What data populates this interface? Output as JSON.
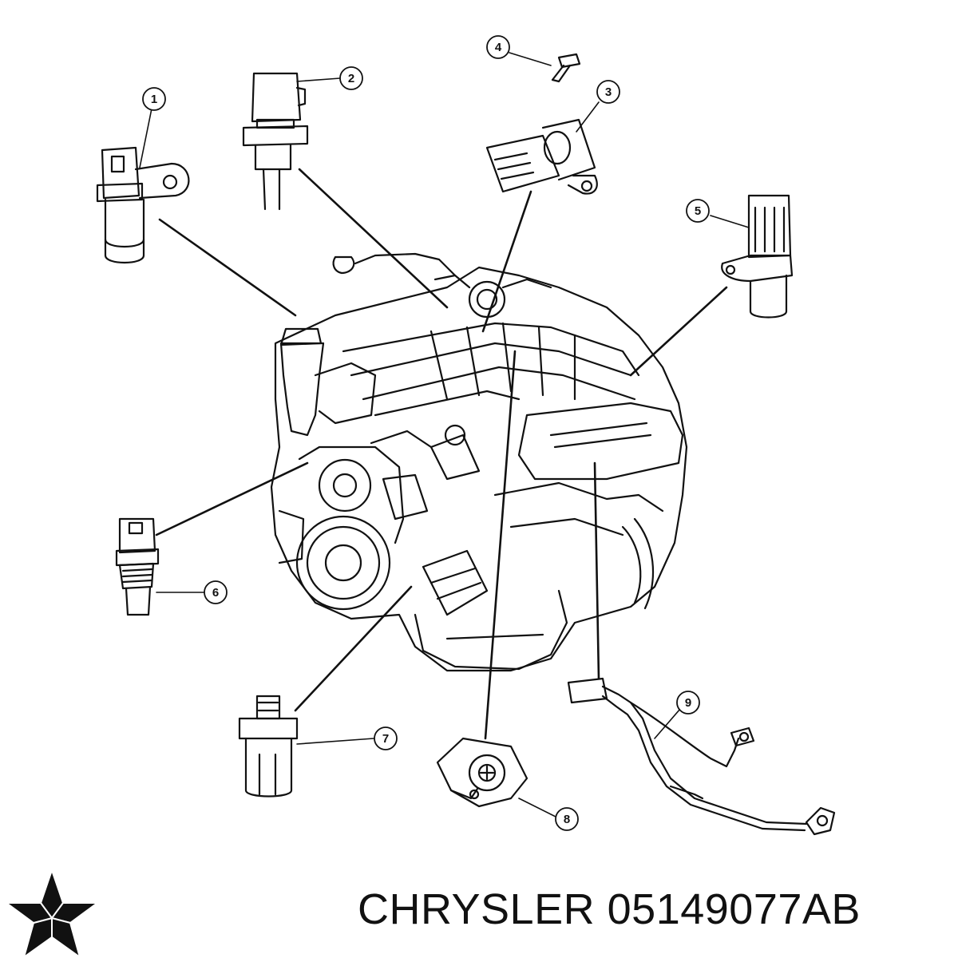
{
  "callouts": [
    {
      "id": "1",
      "label": "1",
      "name": "callout-1"
    },
    {
      "id": "2",
      "label": "2",
      "name": "callout-2"
    },
    {
      "id": "3",
      "label": "3",
      "name": "callout-3"
    },
    {
      "id": "4",
      "label": "4",
      "name": "callout-4"
    },
    {
      "id": "5",
      "label": "5",
      "name": "callout-5"
    },
    {
      "id": "6",
      "label": "6",
      "name": "callout-6"
    },
    {
      "id": "7",
      "label": "7",
      "name": "callout-7"
    },
    {
      "id": "8",
      "label": "8",
      "name": "callout-8"
    },
    {
      "id": "9",
      "label": "9",
      "name": "callout-9"
    }
  ],
  "caption": {
    "brand": "CHRYSLER",
    "part_number": "05149077AB"
  },
  "logo": {
    "icon": "chrysler-pentastar-icon",
    "color": "#111111"
  },
  "colors": {
    "line": "#111111",
    "background": "#ffffff"
  }
}
